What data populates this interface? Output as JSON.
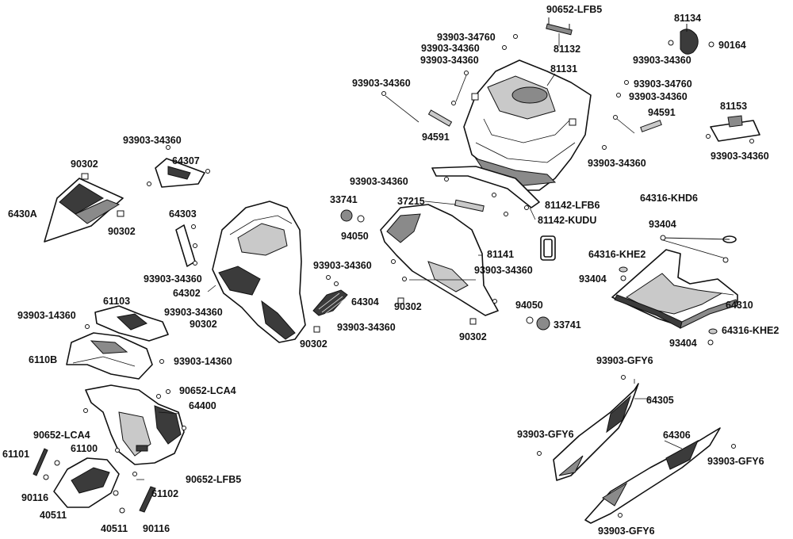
{
  "labels": {
    "l_90652_lfb5_top": "90652-LFB5",
    "l_81134": "81134",
    "l_93903_34760_a": "93903-34760",
    "l_93903_34360_a": "93903-34360",
    "l_93903_34360_b": "93903-34360",
    "l_81132": "81132",
    "l_90164": "90164",
    "l_93903_34360_c": "93903-34360",
    "l_81131": "81131",
    "l_93903_34360_d": "93903-34360",
    "l_93903_34760_b": "93903-34760",
    "l_93903_34360_e": "93903-34360",
    "l_81153": "81153",
    "l_94591_a": "94591",
    "l_94591_b": "94591",
    "l_93903_34360_f": "93903-34360",
    "l_93903_34360_g": "93903-34360",
    "l_93903_34360_h": "93903-34360",
    "l_64307": "64307",
    "l_90302_a": "90302",
    "l_6430a": "6430A",
    "l_90302_b": "90302",
    "l_93903_34360_i": "93903-34360",
    "l_33741_a": "33741",
    "l_37215": "37215",
    "l_81142_lfb6": "81142-LFB6",
    "l_81142_kudu": "81142-KUDU",
    "l_64316_khd6": "64316-KHD6",
    "l_94050_a": "94050",
    "l_64303": "64303",
    "l_93404_a": "93404",
    "l_81141": "81141",
    "l_64316_khe2_a": "64316-KHE2",
    "l_93903_34360_j": "93903-34360",
    "l_93903_34360_k": "93903-34360",
    "l_93404_b": "93404",
    "l_93903_34360_l": "93903-34360",
    "l_64302": "64302",
    "l_64304": "64304",
    "l_90302_c": "90302",
    "l_61103": "61103",
    "l_93903_34360_m": "93903-34360",
    "l_94050_b": "94050",
    "l_64310": "64310",
    "l_93903_14360_a": "93903-14360",
    "l_90302_d": "90302",
    "l_93903_34360_n": "93903-34360",
    "l_33741_b": "33741",
    "l_64316_khe2_b": "64316-KHE2",
    "l_90302_e": "90302",
    "l_90302_f": "90302",
    "l_93404_c": "93404",
    "l_6110b": "6110B",
    "l_93903_14360_b": "93903-14360",
    "l_93903_gfy6_a": "93903-GFY6",
    "l_90652_lca4_a": "90652-LCA4",
    "l_64305": "64305",
    "l_64400": "64400",
    "l_90652_lca4_b": "90652-LCA4",
    "l_93903_gfy6_b": "93903-GFY6",
    "l_64306": "64306",
    "l_61101": "61101",
    "l_61100": "61100",
    "l_93903_gfy6_c": "93903-GFY6",
    "l_90652_lfb5_bot": "90652-LFB5",
    "l_90116_a": "90116",
    "l_61102": "61102",
    "l_40511_a": "40511",
    "l_40511_b": "40511",
    "l_90116_b": "90116",
    "l_93903_gfy6_d": "93903-GFY6"
  }
}
